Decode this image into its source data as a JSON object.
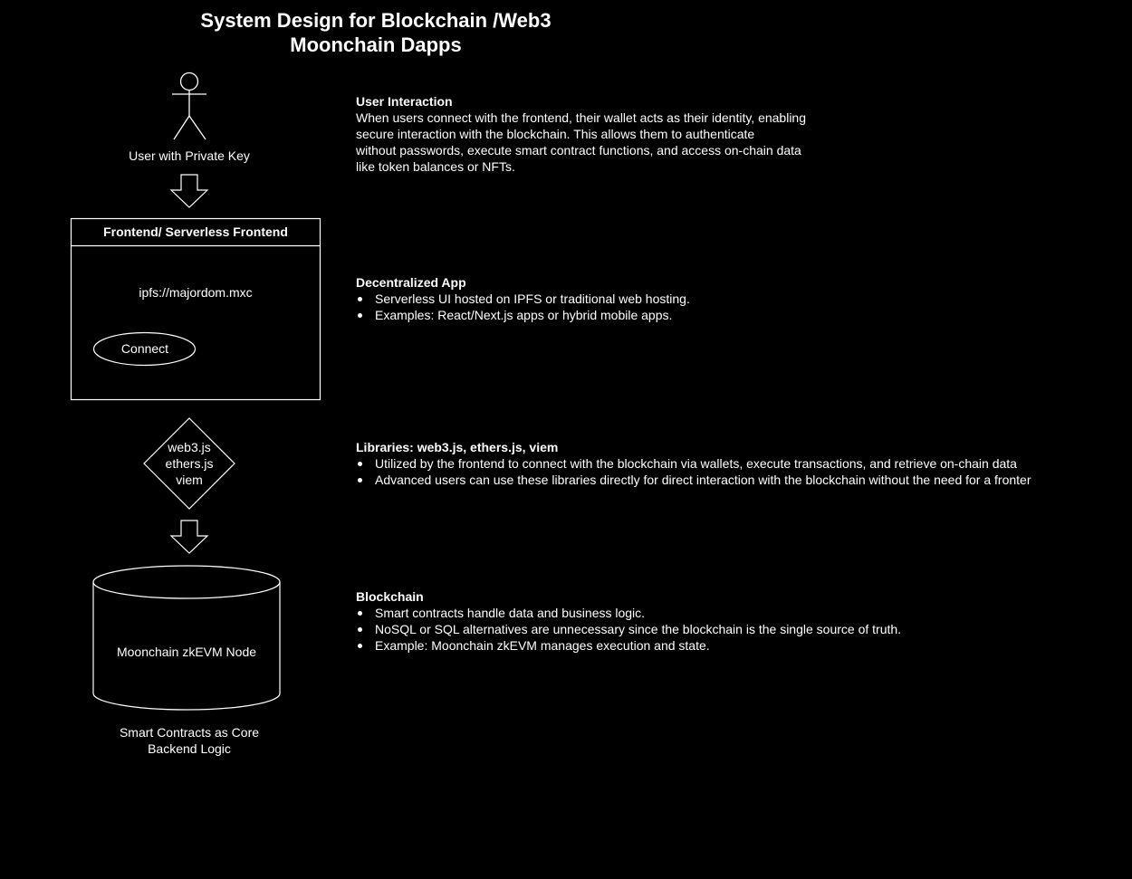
{
  "title": {
    "line1": "System Design for Blockchain /Web3",
    "line2": "Moonchain Dapps"
  },
  "colors": {
    "background": "#000000",
    "foreground": "#ffffff"
  },
  "nodes": {
    "user": {
      "label": "User with Private Key",
      "icon": "stick-figure-icon"
    },
    "frontend": {
      "header": "Frontend/ Serverless Frontend",
      "url": "ipfs://majordom.mxc",
      "connect_label": "Connect"
    },
    "libraries": {
      "lines": [
        "web3.js",
        "ethers.js",
        "viem"
      ]
    },
    "blockchain": {
      "label": "Moonchain zkEVM Node",
      "caption_lines": [
        "Smart Contracts as Core",
        "Backend Logic"
      ]
    }
  },
  "descriptions": {
    "user_interaction": {
      "heading": "User Interaction",
      "lines": [
        "When users connect with the frontend, their wallet acts as their identity, enabling",
        "secure interaction with the blockchain. This allows them to authenticate",
        "without passwords, execute smart contract functions, and access on-chain data",
        "like token balances or NFTs."
      ]
    },
    "decentralized_app": {
      "heading": "Decentralized App",
      "bullets": [
        "Serverless UI hosted on IPFS or traditional web hosting.",
        "Examples: React/Next.js apps or hybrid mobile apps."
      ]
    },
    "libraries": {
      "heading": "Libraries: web3.js, ethers.js, viem",
      "bullets": [
        "Utilized by the frontend to connect with the blockchain via wallets, execute transactions, and retrieve on-chain data",
        "Advanced users can use these libraries directly for direct interaction with the blockchain without the need for a fronter"
      ]
    },
    "blockchain": {
      "heading": "Blockchain",
      "bullets": [
        "Smart contracts handle data and business logic.",
        "NoSQL or SQL alternatives are unnecessary since the blockchain is the single source of truth.",
        "Example: Moonchain zkEVM manages execution and state."
      ]
    }
  }
}
